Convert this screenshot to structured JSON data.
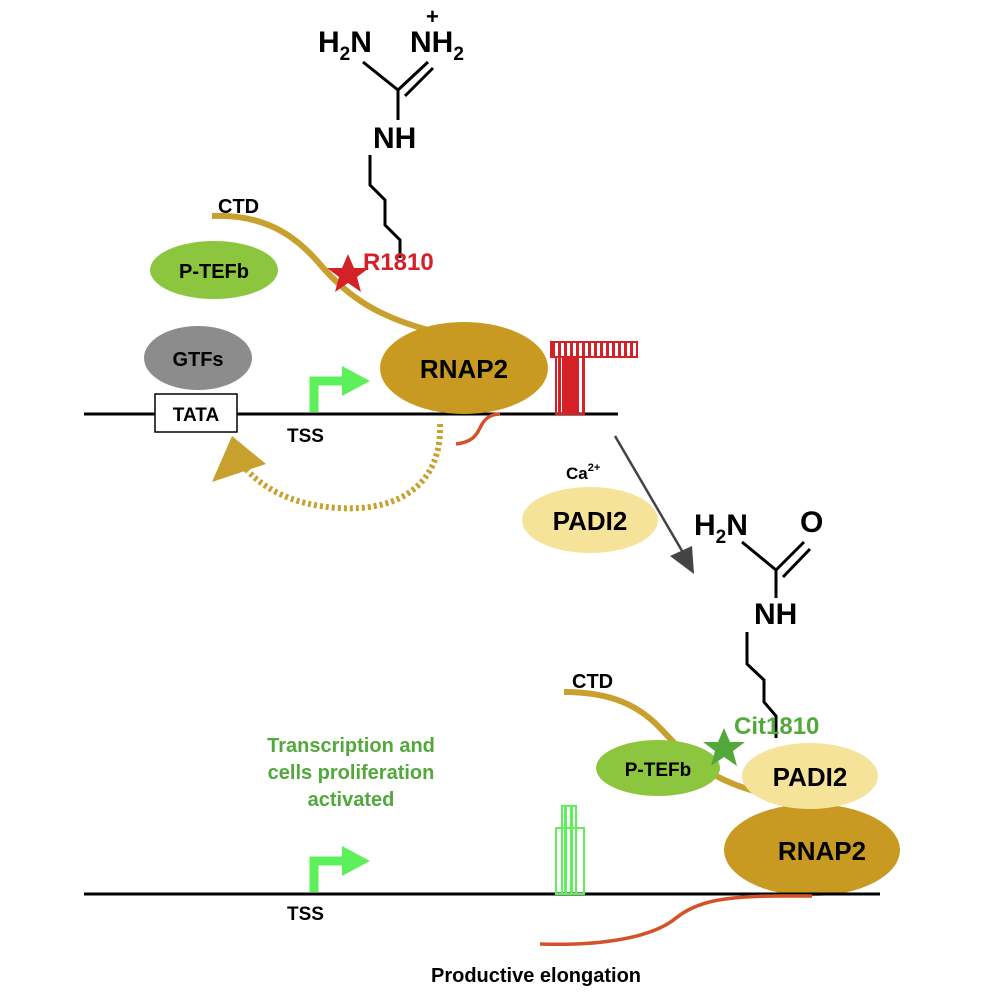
{
  "top": {
    "molecule": {
      "h2n": "H",
      "h2n_sub": "2",
      "h2n_n": "N",
      "nh2_n": "N",
      "nh2_h": "H",
      "nh2_sub": "2",
      "charge": "+",
      "nh": "NH"
    },
    "ctd_label": "CTD",
    "residue_label": "R1810",
    "ptefb_label": "P-TEFb",
    "gtfs_label": "GTFs",
    "tata_label": "TATA",
    "tss_label": "TSS",
    "rnap2_label": "RNAP2"
  },
  "middle": {
    "calcium_label": "Ca",
    "calcium_charge": "2+",
    "padi2_label": "PADI2"
  },
  "bottom": {
    "molecule": {
      "h2n": "H",
      "h2n_sub": "2",
      "h2n_n": "N",
      "o": "O",
      "nh": "NH"
    },
    "ctd_label": "CTD",
    "residue_label": "Cit1810",
    "ptefb_label": "P-TEFb",
    "padi2_label": "PADI2",
    "rnap2_label": "RNAP2",
    "activation_text": [
      "Transcription and",
      "cells proliferation",
      "activated"
    ],
    "tss_label": "TSS",
    "elongation_label": "Productive elongation"
  },
  "colors": {
    "gold": "#c8a02e",
    "rnap2": "#c99a22",
    "ptefb": "#8cc63f",
    "padi2": "#f6e39a",
    "gtfs": "#8c8c8c",
    "red": "#d42127",
    "green_text": "#52a83a",
    "green_arrow": "#5ef05a",
    "rna": "#d4522a"
  }
}
